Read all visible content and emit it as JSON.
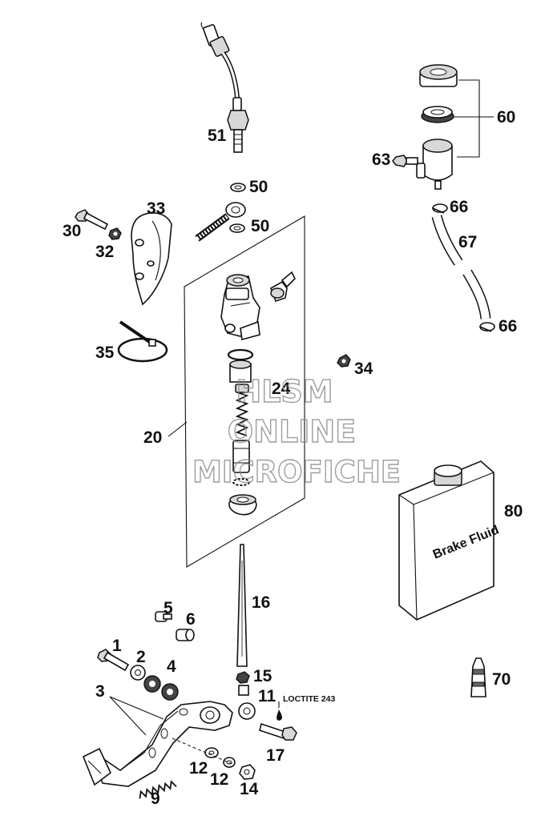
{
  "parts": [
    {
      "id": "p51",
      "number": "51"
    },
    {
      "id": "p50a",
      "number": "50"
    },
    {
      "id": "p50b",
      "number": "50"
    },
    {
      "id": "p60",
      "number": "60"
    },
    {
      "id": "p63",
      "number": "63"
    },
    {
      "id": "p66a",
      "number": "66"
    },
    {
      "id": "p67",
      "number": "67"
    },
    {
      "id": "p66b",
      "number": "66"
    },
    {
      "id": "p33",
      "number": "33"
    },
    {
      "id": "p30",
      "number": "30"
    },
    {
      "id": "p32",
      "number": "32"
    },
    {
      "id": "p35",
      "number": "35"
    },
    {
      "id": "p34",
      "number": "34"
    },
    {
      "id": "p24",
      "number": "24"
    },
    {
      "id": "p20",
      "number": "20"
    },
    {
      "id": "p80",
      "number": "80"
    },
    {
      "id": "p16",
      "number": "16"
    },
    {
      "id": "p5",
      "number": "5"
    },
    {
      "id": "p6",
      "number": "6"
    },
    {
      "id": "p1",
      "number": "1"
    },
    {
      "id": "p2",
      "number": "2"
    },
    {
      "id": "p4",
      "number": "4"
    },
    {
      "id": "p3",
      "number": "3"
    },
    {
      "id": "p15",
      "number": "15"
    },
    {
      "id": "p11",
      "number": "11"
    },
    {
      "id": "p70",
      "number": "70"
    },
    {
      "id": "p17",
      "number": "17"
    },
    {
      "id": "p12a",
      "number": "12"
    },
    {
      "id": "p12b",
      "number": "12"
    },
    {
      "id": "p14",
      "number": "14"
    },
    {
      "id": "p9",
      "number": "9"
    }
  ],
  "notes": {
    "loctite": "LOCTITE 243",
    "bottle_label": "Brake Fluid"
  },
  "watermark": {
    "line1": "HLSM",
    "line2": "ONLINE",
    "line3": "MICROFICHE"
  },
  "colors": {
    "ink": "#111111",
    "watermark": "#8c8c8c",
    "background": "#ffffff"
  }
}
